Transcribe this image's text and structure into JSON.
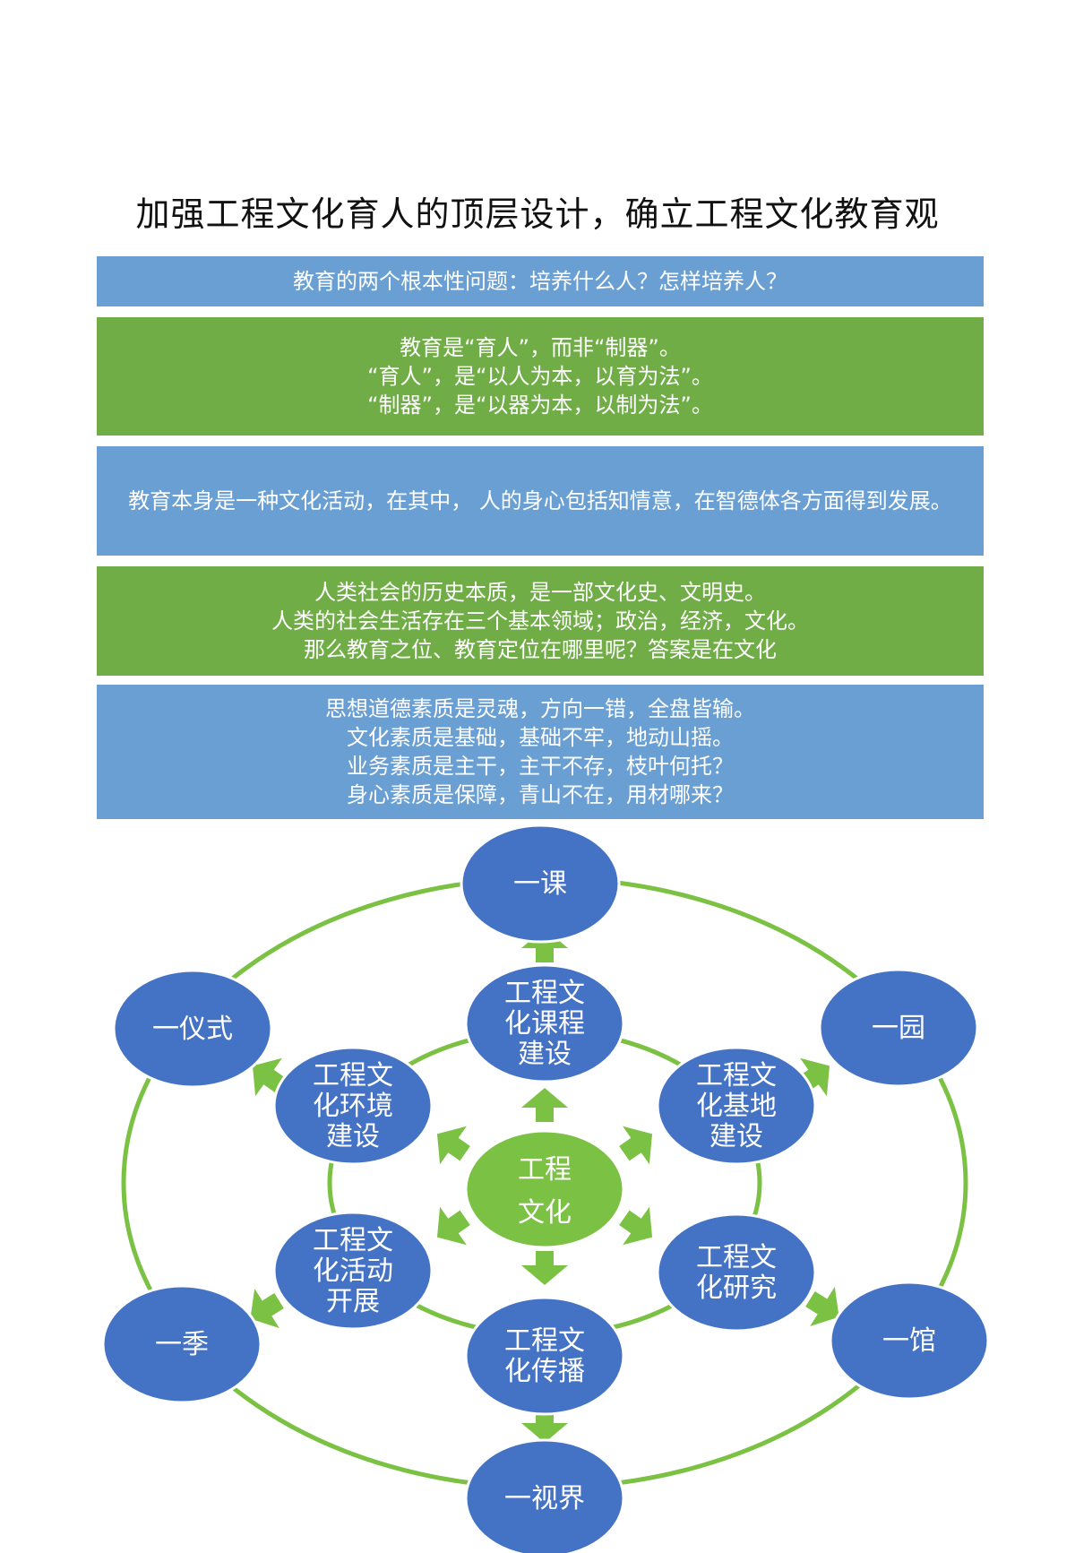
{
  "title": "加强工程文化育人的顶层设计，确立工程文化教育观",
  "colors": {
    "blue_box": "#6a9fd3",
    "green_box": "#70ad47",
    "node_blue": "#4472c4",
    "node_stroke": "#ffffff",
    "center_green": "#7bc143",
    "ring_green": "#7bc143",
    "arrow_green": "#7bc143"
  },
  "boxes": [
    {
      "color": "blue",
      "lines": [
        "教育的两个根本性问题：培养什么人？怎样培养人？"
      ]
    },
    {
      "color": "green",
      "lines": [
        "教育是“育人”，而非“制器”。",
        "“育人”，是“以人为本，以育为法”。",
        "“制器”，是“以器为本，以制为法”。"
      ]
    },
    {
      "color": "blue",
      "lines": [
        "教育本身是一种文化活动，在其中， 人的身心包括知情意，在智德体各方面得到发展。"
      ]
    },
    {
      "color": "green",
      "lines": [
        "人类社会的历史本质，是一部文化史、文明史。",
        "人类的社会生活存在三个基本领域；政治，经济，文化。",
        "那么教育之位、教育定位在哪里呢？答案是在文化"
      ]
    },
    {
      "color": "blue",
      "lines": [
        "思想道德素质是灵魂，方向一错，全盘皆输。",
        "文化素质是基础，基础不牢，地动山摇。",
        "业务素质是主干，主干不存，枝叶何托？",
        "身心素质是保障，青山不在，用材哪来？"
      ]
    }
  ],
  "diagram": {
    "center": {
      "lines": [
        "工程",
        "文化"
      ]
    },
    "inner_nodes": [
      {
        "id": "course",
        "lines": [
          "工程文",
          "化课程",
          "建设"
        ]
      },
      {
        "id": "base",
        "lines": [
          "工程文",
          "化基地",
          "建设"
        ]
      },
      {
        "id": "research",
        "lines": [
          "工程文",
          "化研究"
        ]
      },
      {
        "id": "spread",
        "lines": [
          "工程文",
          "化传播"
        ]
      },
      {
        "id": "activity",
        "lines": [
          "工程文",
          "化活动",
          "开展"
        ]
      },
      {
        "id": "environment",
        "lines": [
          "工程文",
          "化环境",
          "建设"
        ]
      }
    ],
    "outer_nodes": [
      {
        "id": "ke",
        "label": "一课"
      },
      {
        "id": "yuan",
        "label": "一园"
      },
      {
        "id": "guan",
        "label": "一馆"
      },
      {
        "id": "shijie",
        "label": "一视界"
      },
      {
        "id": "ji",
        "label": "一季"
      },
      {
        "id": "yishi",
        "label": "一仪式"
      }
    ]
  }
}
